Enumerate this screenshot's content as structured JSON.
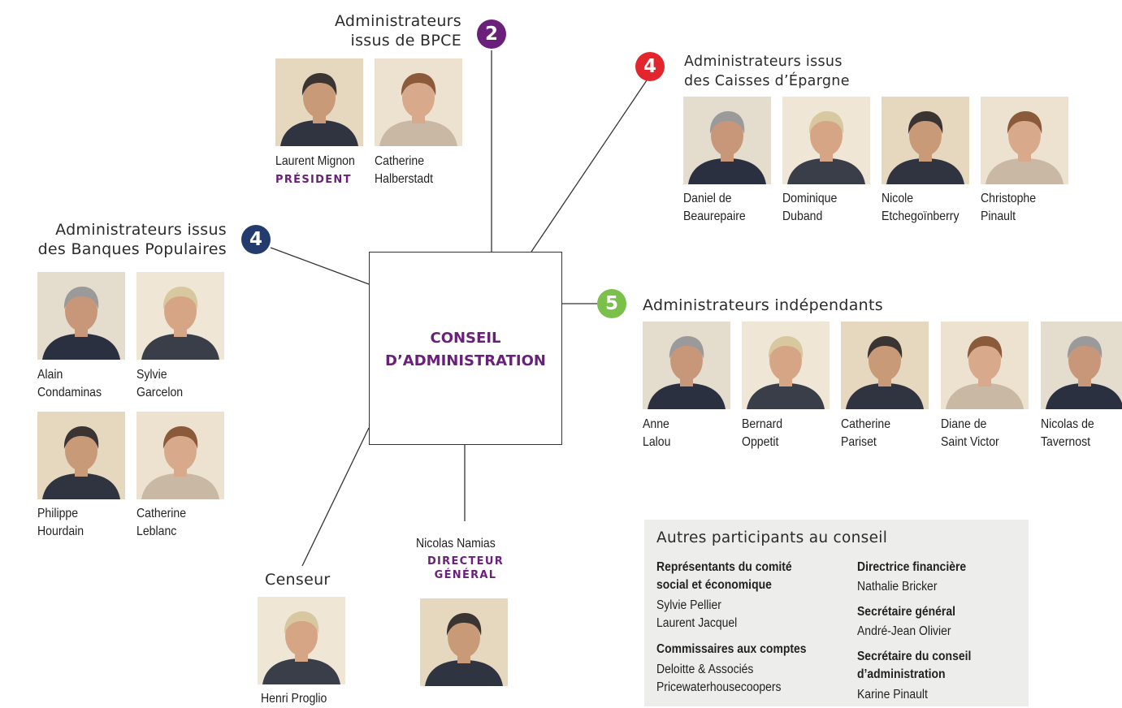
{
  "colors": {
    "accent_purple": "#6a1f7a",
    "badge_bpce": "#6a1f7a",
    "badge_caisses": "#e3262e",
    "badge_banques": "#243b6e",
    "badge_independants": "#7bc04a",
    "panel_bg": "#ededeb"
  },
  "center": {
    "line1": "CONSEIL",
    "line2": "D’ADMINISTRATION"
  },
  "groups": {
    "bpce": {
      "title_line1": "Administrateurs",
      "title_line2": "issus de BPCE",
      "count": "2",
      "members": [
        {
          "line1": "Laurent Mignon",
          "role": "PRÉSIDENT"
        },
        {
          "line1": "Catherine",
          "line2": "Halberstadt"
        }
      ]
    },
    "caisses": {
      "title_line1": "Administrateurs issus",
      "title_line2": "des Caisses d’Épargne",
      "count": "4",
      "members": [
        {
          "line1": "Daniel de",
          "line2": "Beaurepaire"
        },
        {
          "line1": "Dominique",
          "line2": "Duband"
        },
        {
          "line1": "Nicole",
          "line2": "Etchegoïnberry"
        },
        {
          "line1": "Christophe",
          "line2": "Pinault"
        }
      ]
    },
    "banques": {
      "title_line1": "Administrateurs issus",
      "title_line2": "des Banques Populaires",
      "count": "4",
      "members": [
        {
          "line1": "Alain",
          "line2": "Condaminas"
        },
        {
          "line1": "Sylvie",
          "line2": "Garcelon"
        },
        {
          "line1": "Philippe",
          "line2": "Hourdain"
        },
        {
          "line1": "Catherine",
          "line2": "Leblanc"
        }
      ]
    },
    "independants": {
      "title": "Administrateurs indépendants",
      "count": "5",
      "members": [
        {
          "line1": "Anne",
          "line2": "Lalou"
        },
        {
          "line1": "Bernard",
          "line2": "Oppetit"
        },
        {
          "line1": "Catherine",
          "line2": "Pariset"
        },
        {
          "line1": "Diane de",
          "line2": "Saint Victor"
        },
        {
          "line1": "Nicolas de",
          "line2": "Tavernost"
        }
      ]
    }
  },
  "censeur": {
    "title": "Censeur",
    "name": "Henri Proglio"
  },
  "dg": {
    "name": "Nicolas Namias",
    "role_line1": "DIRECTEUR",
    "role_line2": "GÉNÉRAL"
  },
  "others": {
    "title": "Autres participants au conseil",
    "cse_heading_line1": "Représentants du comité",
    "cse_heading_line2": "social et économique",
    "cse_members": [
      "Sylvie Pellier",
      "Laurent Jacquel"
    ],
    "cac_heading": "Commissaires aux comptes",
    "cac_members": [
      "Deloitte & Associés",
      "Pricewaterhousecoopers"
    ],
    "daf_heading": "Directrice financière",
    "daf_name": "Nathalie Bricker",
    "sg_heading": "Secrétaire général",
    "sg_name": "André-Jean Olivier",
    "sc_heading_line1": "Secrétaire du conseil",
    "sc_heading_line2": "d’administration",
    "sc_name": "Karine Pinault"
  }
}
